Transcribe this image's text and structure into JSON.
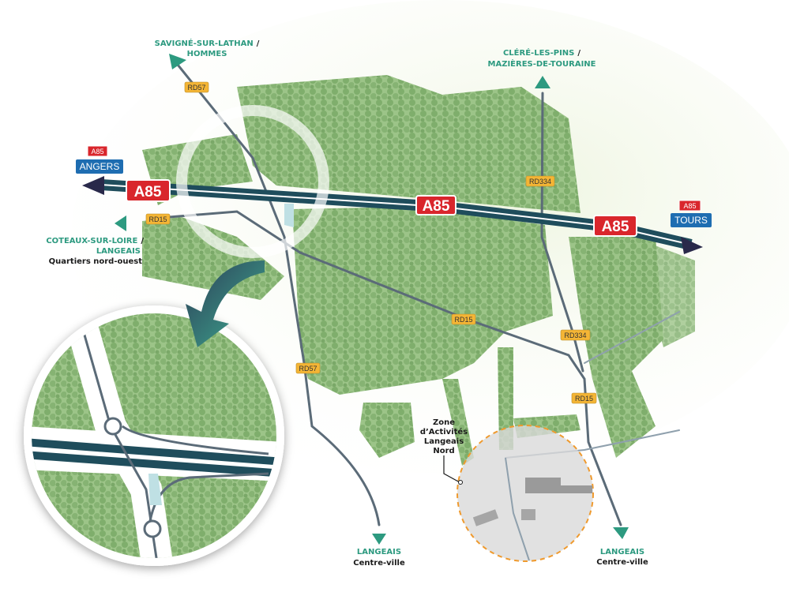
{
  "title": "Accès Zone d'Activités Langeais Nord",
  "colors": {
    "forest": "#8fba7c",
    "forest_dark": "#7aa868",
    "highway": "#1f4d5c",
    "road": "#5b6b78",
    "rd_badge": "#f4b535",
    "a85_badge": "#d9262c",
    "city_badge": "#1e6db1",
    "destination": "#2d9a80",
    "arrow": "#29294a",
    "zone_ring": "#ef9a2e"
  },
  "destinations": {
    "north_west": {
      "line1": "SAVIGNÉ-SUR-LATHAN",
      "sep": "/",
      "line2": "HOMMES"
    },
    "north_east": {
      "line1": "CLÉRÉ-LES-PINS",
      "sep": "/",
      "line2": "MAZIÈRES-DE-TOURAINE"
    },
    "west": {
      "line1": "COTEAUX-SUR-LOIRE",
      "sep": "/",
      "line2": "LANGEAIS",
      "line3": "Quartiers nord-ouest"
    },
    "south_center": {
      "line1": "LANGEAIS",
      "line2": "Centre-ville"
    },
    "south_east": {
      "line1": "LANGEAIS",
      "line2": "Centre-ville"
    }
  },
  "highway": {
    "name": "A85",
    "west": {
      "badge": "A85",
      "city": "ANGERS"
    },
    "east": {
      "badge": "A85",
      "city": "TOURS"
    }
  },
  "road_badges": {
    "rd57": "RD57",
    "rd15": "RD15",
    "rd334": "RD334"
  },
  "zone": {
    "line1": "Zone",
    "line2": "d’Activités",
    "line3": "Langeais",
    "line4": "Nord"
  }
}
